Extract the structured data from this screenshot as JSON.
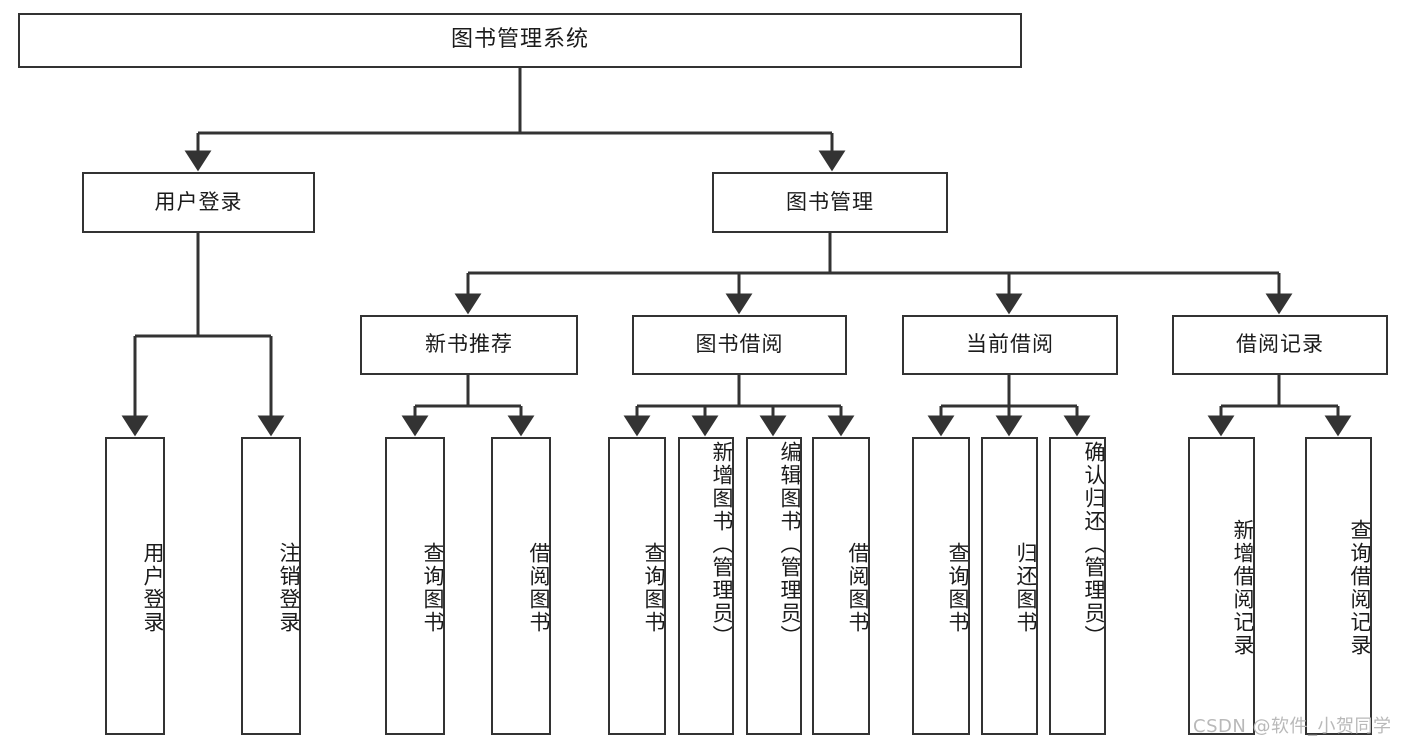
{
  "diagram": {
    "title": "图书管理系统",
    "type": "tree",
    "watermark": "CSDN @软件_小贺同学",
    "edge_color": "#333333",
    "node_border_color": "#333333",
    "node_fill_color": "#ffffff",
    "background_color": "#ffffff",
    "root": {
      "label": "图书管理系统"
    },
    "level2": [
      {
        "label": "用户登录"
      },
      {
        "label": "图书管理"
      }
    ],
    "level3": [
      {
        "label": "新书推荐"
      },
      {
        "label": "图书借阅"
      },
      {
        "label": "当前借阅"
      },
      {
        "label": "借阅记录"
      }
    ],
    "leaves": {
      "user_login": [
        {
          "label": "用户登录"
        },
        {
          "label": "注销登录"
        }
      ],
      "new_book_recommend": [
        {
          "label": "查询图书"
        },
        {
          "label": "借阅图书"
        }
      ],
      "book_borrow": [
        {
          "label": "查询图书"
        },
        {
          "label": "新增图书（管理员）"
        },
        {
          "label": "编辑图书（管理员）"
        },
        {
          "label": "借阅图书"
        }
      ],
      "current_borrow": [
        {
          "label": "查询图书"
        },
        {
          "label": "归还图书"
        },
        {
          "label": "确认归还（管理员）"
        }
      ],
      "borrow_record": [
        {
          "label": "新增借阅记录"
        },
        {
          "label": "查询借阅记录"
        }
      ]
    }
  }
}
